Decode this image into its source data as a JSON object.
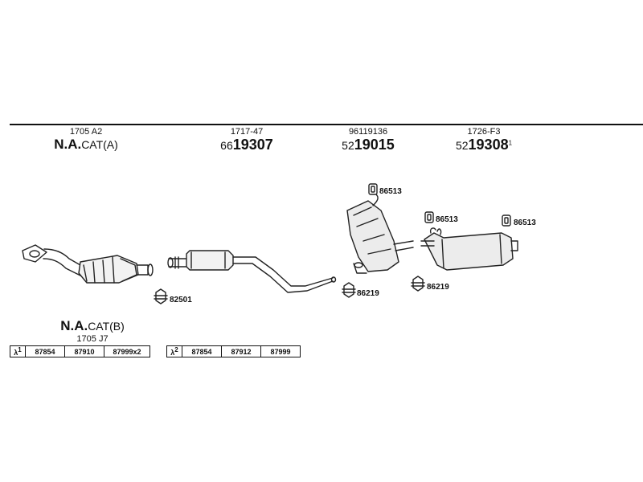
{
  "parts": [
    {
      "ref": "1705 A2",
      "main_prefix": "N.A.",
      "main_suffix": "CAT(A)"
    },
    {
      "ref": "1717-47",
      "num_prefix": "66",
      "num_main": "19307"
    },
    {
      "ref": "96119136",
      "num_prefix": "52",
      "num_main": "19015"
    },
    {
      "ref": "1726-F3",
      "num_prefix": "52",
      "num_main": "19308",
      "num_sup": "1"
    }
  ],
  "cat_b": {
    "prefix": "N.A.",
    "suffix": "CAT(B)",
    "ref": "1705 J7"
  },
  "labels": {
    "clamp1": "82501",
    "clamp2": "86219",
    "clamp3": "86219",
    "hanger1": "86513",
    "hanger2": "86513",
    "hanger3": "86513"
  },
  "table1": {
    "lambda": "λ",
    "sup": "1",
    "cells": [
      "87854",
      "87910",
      "87999x2"
    ]
  },
  "table2": {
    "lambda": "λ",
    "sup": "2",
    "cells": [
      "87854",
      "87912",
      "87999"
    ]
  }
}
